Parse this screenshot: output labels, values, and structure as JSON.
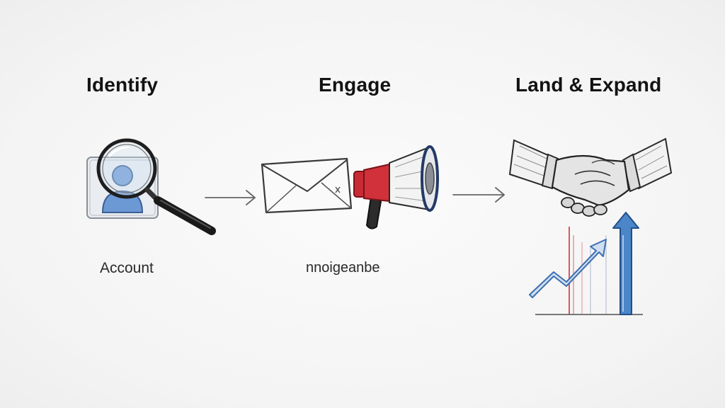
{
  "steps": [
    {
      "title": "Identify",
      "caption": "Account",
      "icon": "magnifier-over-profile-icon"
    },
    {
      "title": "Engage",
      "caption": "nnoigeanbe",
      "icon": "envelope-and-megaphone-icon"
    },
    {
      "title": "Land & Expand",
      "caption": "",
      "icon": "handshake-and-growth-chart-icon"
    }
  ],
  "colors": {
    "ink": "#2a2a2a",
    "accent_blue": "#4a86c8",
    "accent_red": "#d0313a"
  }
}
